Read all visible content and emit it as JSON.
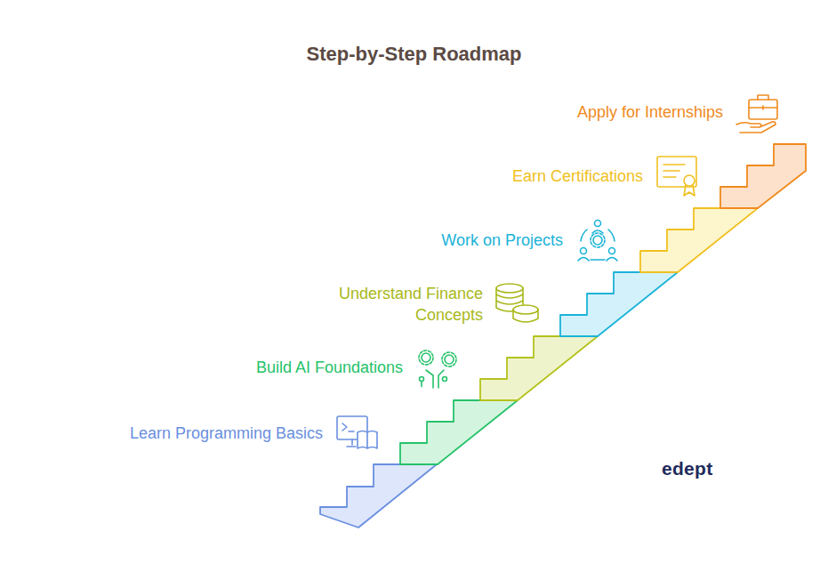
{
  "diagram": {
    "title": "Step-by-Step Roadmap",
    "nodes": [
      {
        "text": [
          "Learn Programming Basics"
        ]
      },
      {
        "text": [
          "Build AI Foundations"
        ]
      },
      {
        "text": [
          "Understand Finance Concepts"
        ]
      },
      {
        "text": [
          "Work on Projects"
        ]
      },
      {
        "text": [
          "Earn Certifications"
        ]
      },
      {
        "text": [
          "Apply for Internships"
        ]
      }
    ],
    "labels": [
      "edept"
    ]
  }
}
